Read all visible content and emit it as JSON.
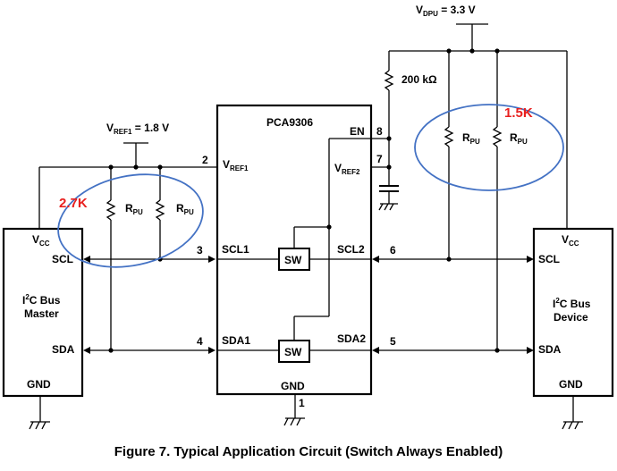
{
  "figure": {
    "caption": "Figure 7.  Typical Application Circuit (Switch Always Enabled)"
  },
  "supplies": {
    "vref1": {
      "main": "V",
      "sub": "REF1",
      "value": " = 1.8 V"
    },
    "vdpu": {
      "main": "V",
      "sub": "DPU",
      "value": " = 3.3 V"
    }
  },
  "chip": {
    "name": "PCA9306",
    "en": "EN",
    "vref1_main": "V",
    "vref1_sub": "REF1",
    "vref2_main": "V",
    "vref2_sub": "REF2",
    "scl1": "SCL1",
    "scl2": "SCL2",
    "sda1": "SDA1",
    "sda2": "SDA2",
    "gnd": "GND",
    "switch_label": "SW"
  },
  "pins": {
    "p1": "1",
    "p2": "2",
    "p3": "3",
    "p4": "4",
    "p5": "5",
    "p6": "6",
    "p7": "7",
    "p8": "8"
  },
  "master": {
    "vcc_main": "V",
    "vcc_sub": "CC",
    "scl": "SCL",
    "sda": "SDA",
    "name_line1_pre": "I",
    "name_line1_sup": "2",
    "name_line1_post": "C Bus",
    "name_line2": "Master",
    "gnd": "GND"
  },
  "device": {
    "vcc_main": "V",
    "vcc_sub": "CC",
    "scl": "SCL",
    "sda": "SDA",
    "name_line1_pre": "I",
    "name_line1_sup": "2",
    "name_line1_post": "C Bus",
    "name_line2": "Device",
    "gnd": "GND"
  },
  "resistors": {
    "rpu_main": "R",
    "rpu_sub": "PU",
    "r200k": "200 kΩ"
  },
  "annotations": {
    "left_value": "2.7K",
    "right_value": "1.5K",
    "ellipse_color": "#4472c4",
    "annotation_color": "#e8201f"
  }
}
